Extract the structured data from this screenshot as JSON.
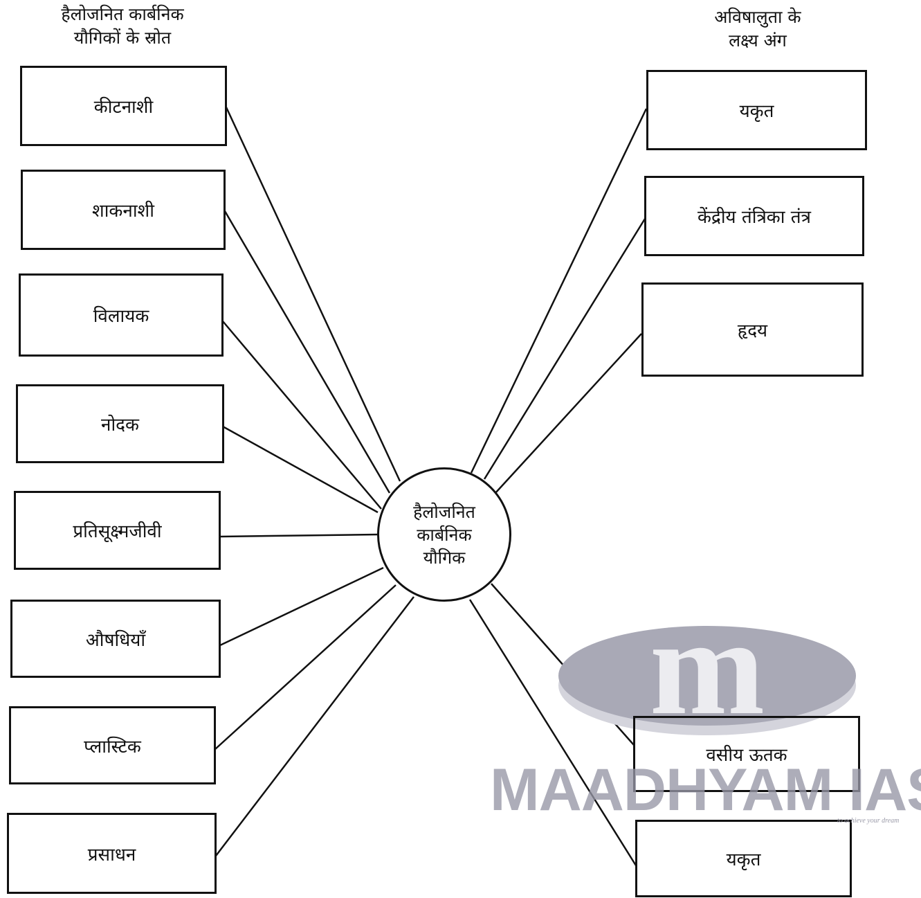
{
  "left_heading": [
    "हैलोजनित कार्बनिक",
    "यौगिकों के स्रोत"
  ],
  "right_heading": [
    "अविषालुता के",
    "लक्ष्य अंग"
  ],
  "center": [
    "हैलोजनित",
    "कार्बनिक",
    "यौगिक"
  ],
  "sources": [
    "कीटनाशी",
    "शाकनाशी",
    "विलायक",
    "नोदक",
    "प्रतिसूक्ष्मजीवी",
    "औषधियाँ",
    "प्लास्टिक",
    "प्रसाधन"
  ],
  "targets_upper": [
    "यकृत",
    "केंद्रीय तंत्रिका तंत्र",
    "हृदय"
  ],
  "targets_lower": [
    "वसीय ऊतक",
    "यकृत"
  ],
  "watermark": {
    "text": "MAADHYAM IAS",
    "tagline": "to achieve your dream",
    "logo_letter": "m",
    "color": "#9696a5"
  }
}
